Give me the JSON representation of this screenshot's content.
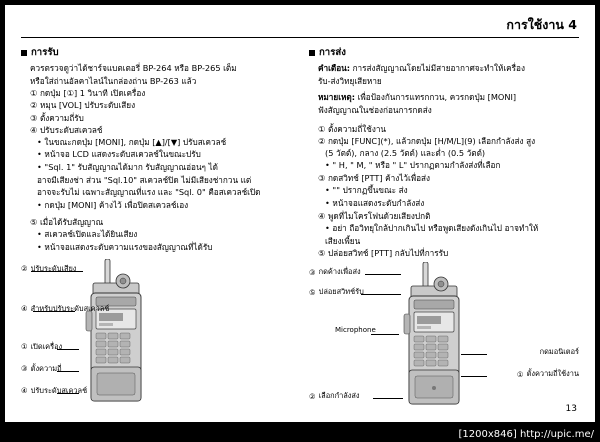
{
  "header": {
    "title": "การใช้งาน 4"
  },
  "left": {
    "section_title": "การรับ",
    "lines": [
      "ควรตรวจดูว่าได้ชาร์จแบตเตอรี่ BP-264 หรือ BP-265 เต็ม",
      "หรือใส่ถ่านอัลคาไลน์ในกล่องถ่าน BP-263 แล้ว"
    ],
    "steps": [
      "① กดปุ่ม [①] 1 วินาที เปิดเครื่อง",
      "② หมุน [VOL] ปรับระดับเสียง",
      "③ ตั้งความถี่รับ",
      "④ ปรับระดับสเควลช์"
    ],
    "sub_bullets": [
      "• ในขณะกดปุ่ม [MONI], กดปุ่ม [▲]/[▼] ปรับสเควลช์",
      "• หน้าจอ LCD แสดงระดับสเควลช์ในขณะปรับ",
      "• \"Sql. 1\" รับสัญญาณได้มาก รับสัญญาณอ่อนๆ ได้",
      "อาจมีเสียงช่า ส่วน \"Sql.10\" สเควลช์ปิด ไม่มีเสียงช่ากวน แต่",
      "อาจจะรับไม่ เฉพาะสัญญาณที่แรง และ \"Sql. 0\" คือสเควลช์เปิด",
      "• กดปุ่ม [MONI] ค้างไว้ เพื่อปิดสเควลช์เอง"
    ],
    "bullet_title": "⑤ เมื่อได้รับสัญญาณ",
    "bullets": [
      "• สเควลช์เปิดและได้ยินเสียง",
      "• หน้าจอแสดงระดับความแรงของสัญญาณที่ได้รับ"
    ],
    "callouts": [
      {
        "num": "②",
        "text": "ปรับระดับเสียง"
      },
      {
        "num": "④",
        "text": "สำหรับปรับระดับสเควลช์"
      },
      {
        "num": "①",
        "text": "เปิดเครื่อง"
      },
      {
        "num": "③",
        "text": "ตั้งความถี่"
      },
      {
        "num": "④",
        "text": "ปรับระดับสเควลช์"
      }
    ]
  },
  "right": {
    "section_title": "การส่ง",
    "warning_label": "คำเตือน:",
    "warning_text": [
      "การส่งสัญญาณโดยไม่มีสายอากาศจะทำให้เครื่อง",
      "รับ-ส่งวิทยุเสียหาย"
    ],
    "note_label": "หมายเหตุ:",
    "note_text": [
      "เพื่อป้องกันการแทรกกวน, ควรกดปุ่ม [MONI]",
      "ฟังสัญญาณในช่องก่อนการกดส่ง"
    ],
    "steps": [
      "① ตั้งความถี่ใช้งาน",
      "② กดปุ่ม [FUNC](*), แล้วกดปุ่ม [H/M/L](9) เลือกกำลังส่ง สูง",
      "(5 วัตต์), กลาง (2.5 วัตต์) และต่ำ (0.5 วัตต์)"
    ],
    "sub_bullets": [
      "• \" H, \" M, \" หรือ \" L\" ปรากฏตามกำลังส่งที่เลือก",
      "③ กดสวิทช์ [PTT] ค้างไว้เพื่อส่ง",
      "• \"\" ปรากฏขึ้นขณะ ส่ง",
      "• หน้าจอแสดงระดับกำลังส่ง",
      "④ พูดที่ไมโครโฟนด้วยเสียงปกติ",
      "• อย่า ถือวิทยุใกล้ปากเกินไป หรือพูดเสียงดังเกินไป อาจทำให้",
      "เสียงเพี้ยน",
      "⑤ ปล่อยสวิทช์ [PTT] กลับไปที่การรับ"
    ],
    "mic_label": "Microphone",
    "callouts": [
      {
        "num": "③",
        "text": "กดค้างเพื่อส่ง"
      },
      {
        "num": "⑤",
        "text": "ปล่อยสวิทช์รับ"
      },
      {
        "num": "",
        "text": "กดมอนิเตอร์"
      },
      {
        "num": "①",
        "text": "ตั้งความถี่ใช้งาน"
      },
      {
        "num": "②",
        "text": "เลือกกำลังส่ง"
      }
    ]
  },
  "footer": {
    "page_number": "13",
    "credit": "[1200x846] http://upic.me/"
  }
}
